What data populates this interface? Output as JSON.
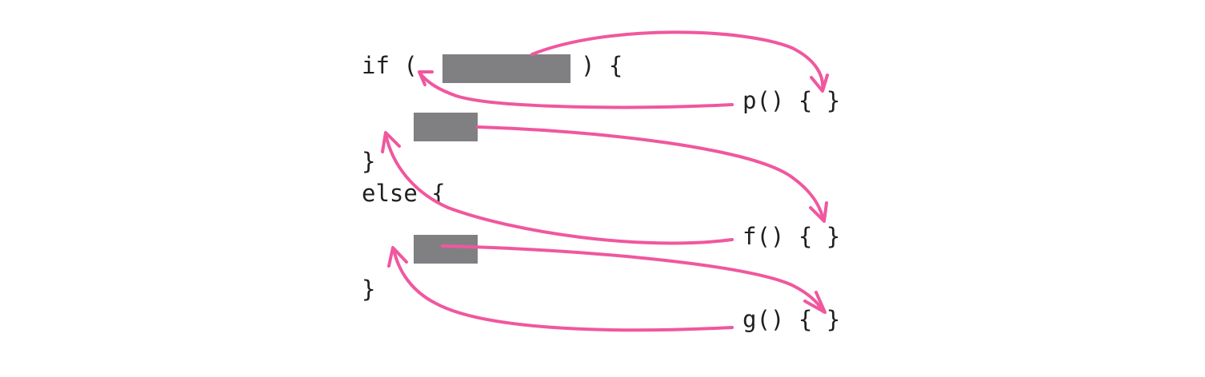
{
  "code": {
    "if_open": "if (",
    "if_close": ") {",
    "if_brace_close": "}",
    "else_open": "else {",
    "else_brace_close": "}"
  },
  "functions": {
    "p": "p() { }",
    "f": "f() { }",
    "g": "g() { }"
  },
  "colors": {
    "arrow": "#f0579e",
    "placeholder": "#808083",
    "text": "#1f1f1f"
  }
}
